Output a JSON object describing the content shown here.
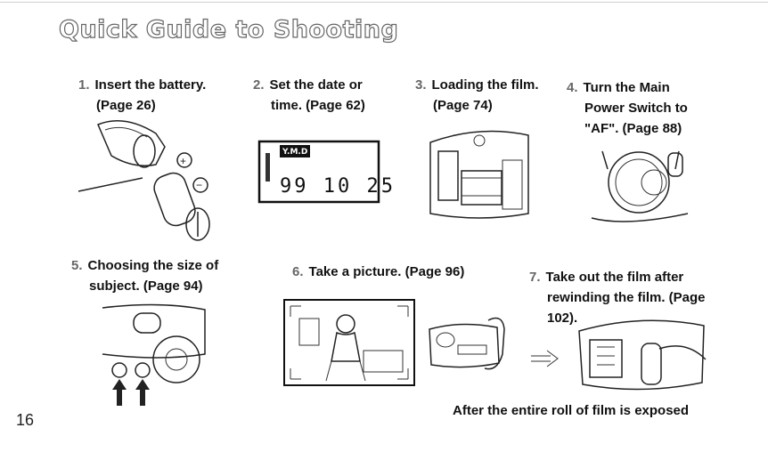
{
  "title": "Quick Guide to Shooting",
  "steps": [
    {
      "num": "1.",
      "line1": "Insert the battery.",
      "line2": "(Page 26)"
    },
    {
      "num": "2.",
      "line1": "Set the date or",
      "line2": "time. (Page 62)"
    },
    {
      "num": "3.",
      "line1": "Loading the film.",
      "line2": "(Page 74)"
    },
    {
      "num": "4.",
      "line1": "Turn the Main",
      "line2": "Power Switch to",
      "line3": "\"AF\". (Page 88)"
    },
    {
      "num": "5.",
      "line1": "Choosing the size of",
      "line2": "subject. (Page 94)"
    },
    {
      "num": "6.",
      "line1": "Take a picture. (Page 96)"
    },
    {
      "num": "7.",
      "line1": "Take out the film after",
      "line2": "rewinding the film. (Page",
      "line3": "102)."
    }
  ],
  "lcd": {
    "tag": "Y.M.D",
    "digits": "99 10 25"
  },
  "footer": "After the entire roll of film is exposed",
  "page_number": "16"
}
